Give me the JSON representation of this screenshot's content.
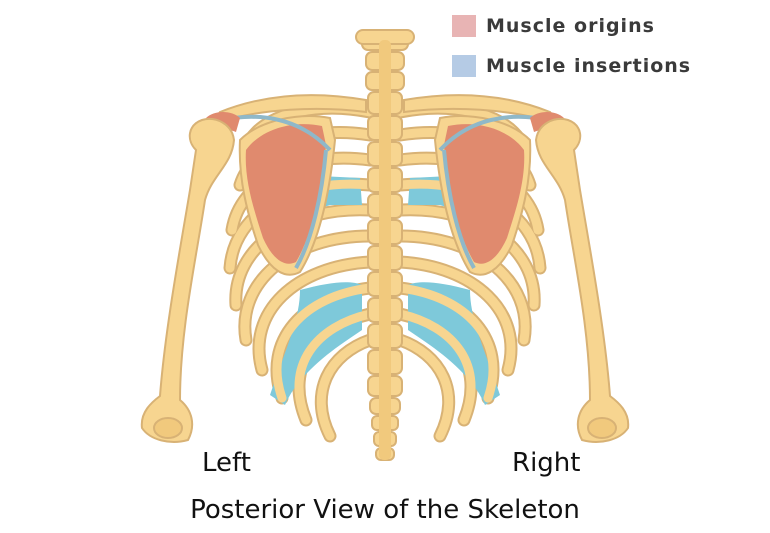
{
  "legend": {
    "origins": {
      "label": "Muscle origins",
      "color": "#e8b4b4"
    },
    "insertions": {
      "label": "Muscle insertions",
      "color": "#b5cbe5"
    }
  },
  "labels": {
    "left": "Left",
    "right": "Right",
    "caption": "Posterior View of the Skeleton"
  },
  "colors": {
    "bone": "#f7d590",
    "bone_shadow": "#d8b275",
    "origin_area": "#e08a6e",
    "insertion_area": "#7ec9da",
    "insertion_line": "#8fb8c9"
  }
}
